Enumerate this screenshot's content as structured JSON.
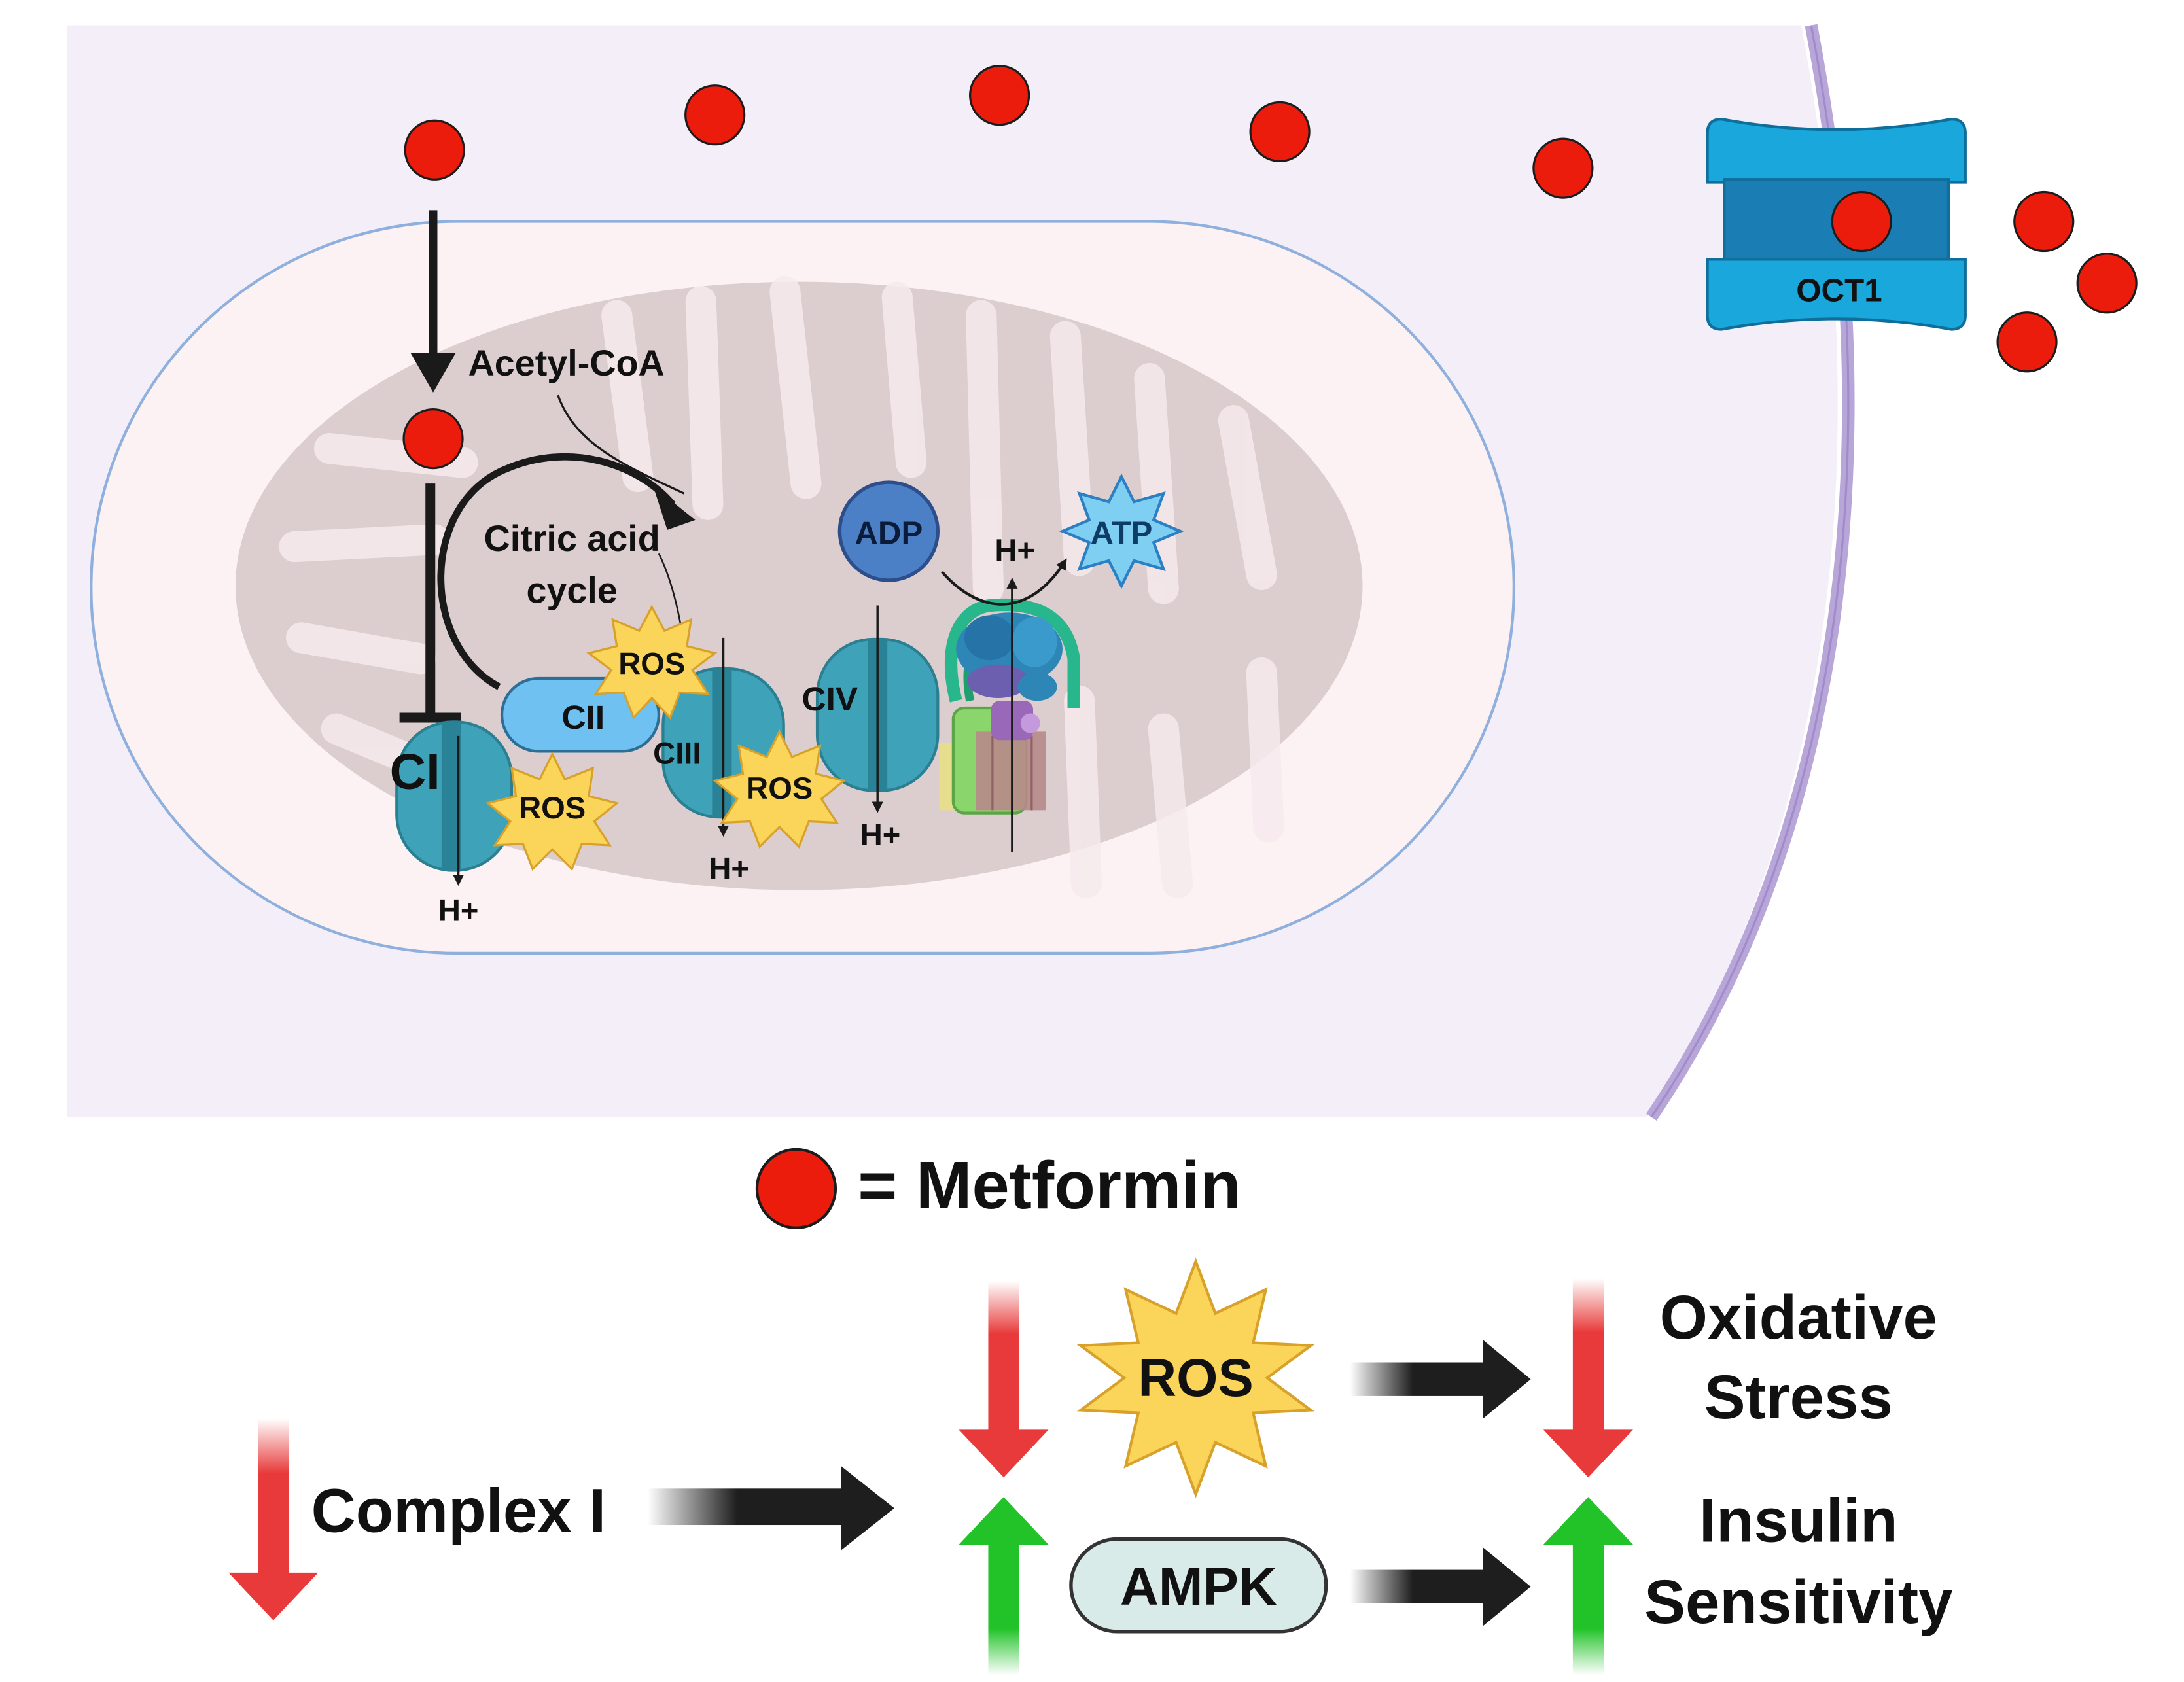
{
  "colors": {
    "cell_background": "#f3eef8",
    "cell_membrane": "#b9a6d9",
    "mito_outer_fill": "#fcf1f3",
    "mito_outer_stroke": "#8fb0dd",
    "mito_inner": "#dccdcf",
    "complex_teal": "#3ea2b8",
    "cii_blue": "#6ec1f1",
    "oct1_blue": "#19a7dc",
    "oct1_dark": "#1a7eb4",
    "metformin_red": "#ec1c0d",
    "ros_yellow": "#fbd45a",
    "atp_blue": "#7fcff3",
    "adp_blue": "#4b7fc6",
    "decrease_red": "#e83a3a",
    "increase_green": "#22c329",
    "flow_arrow": "#1e1e1e",
    "ampk_fill": "#d8ebe9"
  },
  "diagram": {
    "acetyl_coa": "Acetyl-CoA",
    "citric_acid_line1": "Citric acid",
    "citric_acid_line2": "cycle",
    "complex_i": "CI",
    "complex_ii": "CII",
    "complex_iii": "CIII",
    "complex_iv": "CIV",
    "adp": "ADP",
    "atp": "ATP",
    "proton": "H+",
    "ros": "ROS",
    "transporter": "OCT1"
  },
  "legend": {
    "metformin_label": "= Metformin"
  },
  "summary": {
    "complex_i": "Complex I",
    "ros": "ROS",
    "ampk": "AMPK",
    "oxidative_line1": "Oxidative",
    "oxidative_line2": "Stress",
    "insulin_line1": "Insulin",
    "insulin_line2": "Sensitivity"
  }
}
